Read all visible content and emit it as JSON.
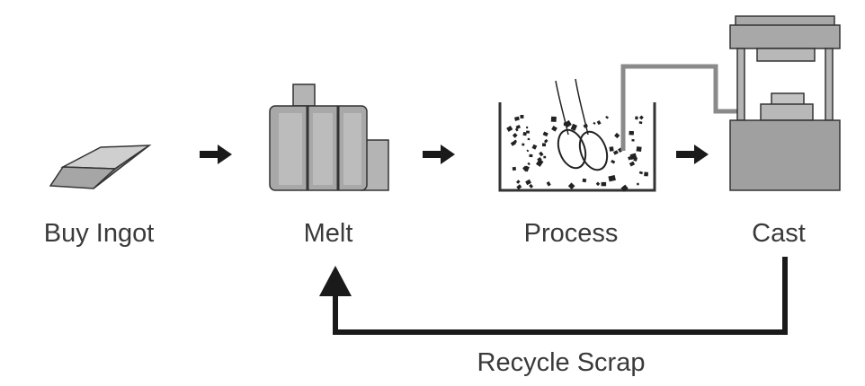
{
  "steps": [
    {
      "label": "Buy Ingot",
      "icon": "ingot-icon"
    },
    {
      "label": "Melt",
      "icon": "furnace-icon"
    },
    {
      "label": "Process",
      "icon": "process-tank-icon"
    },
    {
      "label": "Cast",
      "icon": "casting-press-icon"
    }
  ],
  "loop": {
    "label": "Recycle Scrap",
    "icon": "recycle-loop-arrow"
  },
  "colors": {
    "fill": "#a8a8a8",
    "fill_light": "#c2c2c2",
    "fill_dark": "#8a8a8a",
    "stroke": "#333333",
    "text": "#3a3a3a",
    "arrow": "#1a1a1a"
  }
}
